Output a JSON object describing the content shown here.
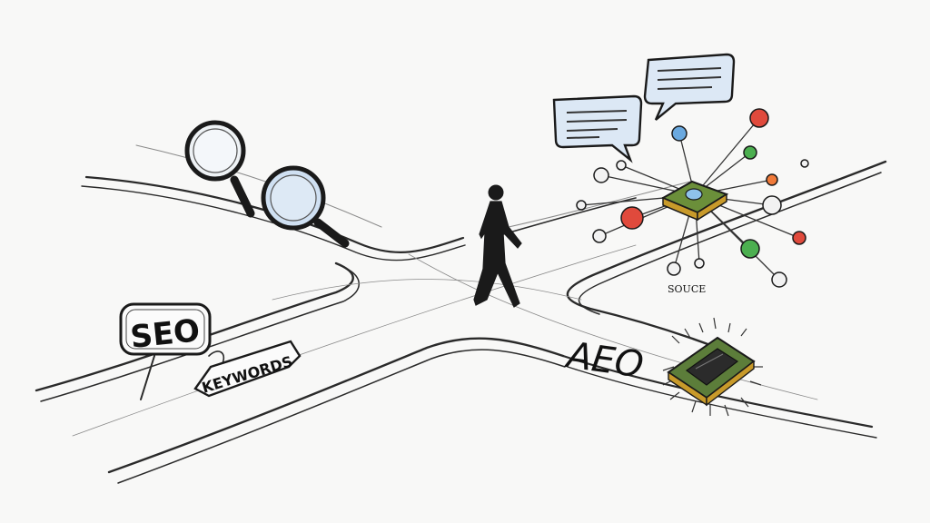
{
  "labels": {
    "seo": "SEO",
    "keywords": "KEYWORDS",
    "aeo": "AEO",
    "source": "SOUCE"
  },
  "colors": {
    "ink": "#2a2a2a",
    "lens_blue": "#cfe0f2",
    "bubble_blue": "#dce8f5",
    "node_red": "#e04a3c",
    "node_green": "#4caf50",
    "node_orange": "#f07a3a",
    "chip_green": "#6b8f3a"
  },
  "icons": [
    "magnifying-glass-icon",
    "speech-bubble-icon",
    "ai-chip-icon",
    "network-node-icon",
    "walking-person-icon",
    "signpost-icon"
  ]
}
